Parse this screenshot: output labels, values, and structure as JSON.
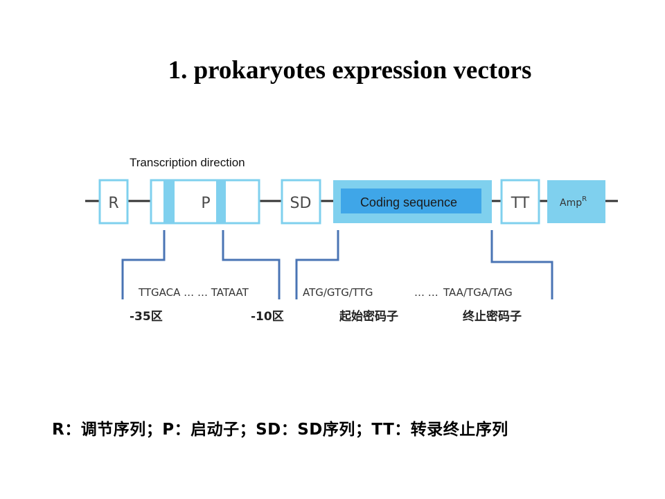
{
  "title": "1. prokaryotes expression vectors",
  "direction_label": "Transcription direction",
  "boxes": {
    "r": "R",
    "p": "P",
    "sd": "SD",
    "coding": "Coding sequence",
    "tt": "TT",
    "amp": "Amp",
    "amp_sup": "R"
  },
  "promoter": {
    "sequence": "TTGACA … … TATAAT",
    "region_35": "-35区",
    "region_10": "-10区"
  },
  "codons": {
    "start_sequence": "ATG/GTG/TTG",
    "ellipsis": "… …",
    "stop_sequence": "TAA/TGA/TAG",
    "start_label": "起始密码子",
    "stop_label": "终止密码子"
  },
  "legend": "R：调节序列；P：启动子；SD：SD序列；TT：转录终止序列",
  "colors": {
    "box_border": "#7fd0ee",
    "box_fill": "#7fd0ee",
    "coding_inner": "#3fa6e8",
    "bracket": "#4a74b4",
    "backbone": "#333333"
  }
}
